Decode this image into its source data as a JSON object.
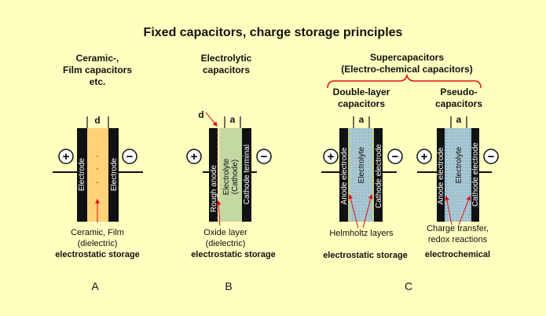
{
  "title": "Fixed capacitors, charge storage principles",
  "colors": {
    "background": "#ffffbf",
    "electrode": "#111111",
    "ceramic_dielectric": "#ffd27a",
    "electrolyte": "#c4d8a4",
    "supercap_electrolyte": "#a9c7d2",
    "annotation_red": "#e01010"
  },
  "column_a": {
    "heading_line1": "Ceramic-,",
    "heading_line2": "Film  capacitors",
    "heading_line3": "etc.",
    "d_label": "d",
    "plus": "+",
    "minus": "−",
    "left_electrode": "Electrode",
    "right_electrode": "Electrode",
    "caption_line1": "Ceramic, Film",
    "caption_line2": "(dielectric)",
    "storage_label": "electrostatic storage",
    "letter": "A"
  },
  "column_b": {
    "heading_line1": "Electrolytic",
    "heading_line2": "capacitors",
    "d_label": "d",
    "a_label": "a",
    "plus": "+",
    "minus": "−",
    "left_electrode": "Rough anode",
    "electrolyte_line1": "Electrolyte",
    "electrolyte_line2": "(Cathode)",
    "right_electrode": "Cathode terminal",
    "caption_line1": "Oxide layer",
    "caption_line2": "(dielectric)",
    "storage_label": "electrostatic storage",
    "letter": "B"
  },
  "column_c": {
    "heading_line1": "Supercapacitors",
    "heading_line2": "(Electro-chemical  capacitors)",
    "letter": "C",
    "double_layer": {
      "heading_line1": "Double-layer",
      "heading_line2": "capacitors",
      "a_label": "a",
      "plus": "+",
      "minus": "−",
      "left_electrode": "Anode electrode",
      "electrolyte": "Electrolyte",
      "right_electrode": "Cathode  electrode",
      "caption": "Helmholtz layers",
      "storage_label": "electrostatic storage"
    },
    "pseudo": {
      "heading_line1": "Pseudo-",
      "heading_line2": "capacitors",
      "a_label": "a",
      "plus": "+",
      "minus": "−",
      "left_electrode": "Anode electrode",
      "electrolyte": "Electrolyte",
      "right_electrode": "Cathode electrode",
      "caption_line1": "Charge transfer,",
      "caption_line2": "redox reactions",
      "storage_label": "electrochemical"
    }
  }
}
